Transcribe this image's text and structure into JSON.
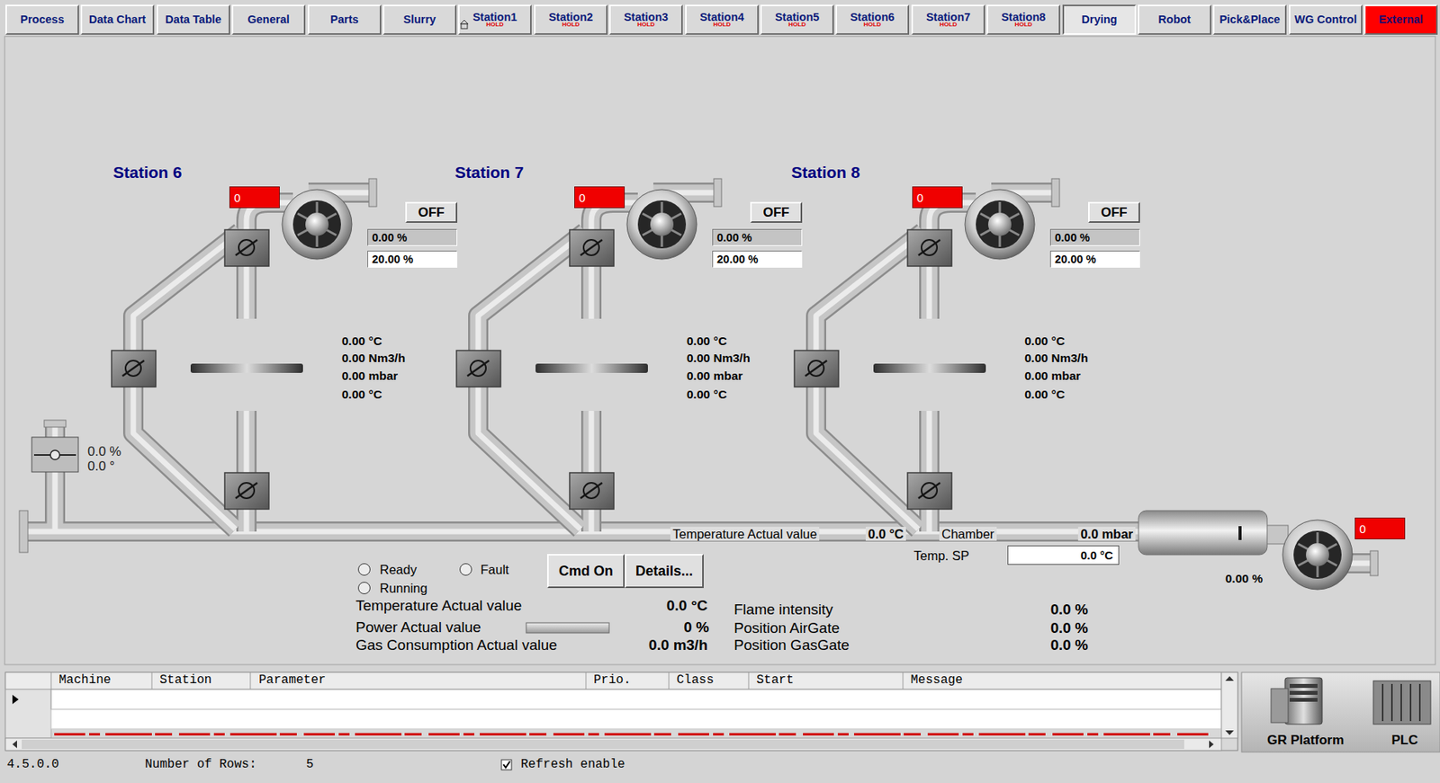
{
  "diagram": {
    "nodes": [
      {
        "text": [
          "Process"
        ]
      },
      {
        "text": [
          "Data Chart"
        ]
      },
      {
        "text": [
          "Data Table"
        ]
      },
      {
        "text": [
          "General"
        ]
      },
      {
        "text": [
          "Parts"
        ]
      },
      {
        "text": [
          "Slurry"
        ]
      },
      {
        "text": [
          "Station1",
          "HOLD"
        ]
      },
      {
        "text": [
          "Station2",
          "HOLD"
        ]
      },
      {
        "text": [
          "Station3",
          "HOLD"
        ]
      },
      {
        "text": [
          "Station4",
          "HOLD"
        ]
      },
      {
        "text": [
          "Station5",
          "HOLD"
        ]
      },
      {
        "text": [
          "Station6",
          "HOLD"
        ]
      },
      {
        "text": [
          "Station7",
          "HOLD"
        ]
      },
      {
        "text": [
          "Station8",
          "HOLD"
        ]
      },
      {
        "text": [
          "Drying"
        ]
      },
      {
        "text": [
          "Robot"
        ]
      },
      {
        "text": [
          "Pick&Place"
        ]
      },
      {
        "text": [
          "WG Control"
        ]
      },
      {
        "text": [
          "External"
        ]
      },
      {
        "text": [
          "0"
        ]
      },
      {
        "text": [
          "OFF"
        ]
      },
      {
        "text": [
          "0.00 %"
        ]
      },
      {
        "text": [
          "20.00 %"
        ]
      },
      {
        "text": [
          "0"
        ]
      },
      {
        "text": [
          "OFF"
        ]
      },
      {
        "text": [
          "0.00 %"
        ]
      },
      {
        "text": [
          "20.00 %"
        ]
      },
      {
        "text": [
          "0"
        ]
      },
      {
        "text": [
          "OFF"
        ]
      },
      {
        "text": [
          "0.00 %"
        ]
      },
      {
        "text": [
          "20.00 %"
        ]
      },
      {
        "text": [
          "0.0 °C"
        ]
      },
      {
        "text": [
          "0"
        ]
      },
      {
        "text": [
          "Cmd On"
        ]
      },
      {
        "text": [
          "Details..."
        ]
      },
      {
        "text": [
          "GR Platform"
        ]
      },
      {
        "text": [
          "PLC"
        ]
      }
    ],
    "labels": [
      "Station 6",
      "Station 7",
      "Station 8",
      "0.00 °C",
      "0.00 Nm3/h",
      "0.00 mbar",
      "0.00 °C",
      "0.00 °C",
      "0.00 Nm3/h",
      "0.00 mbar",
      "0.00 °C",
      "0.00 °C",
      "0.00 Nm3/h",
      "0.00 mbar",
      "0.00 °C",
      "0.0 %",
      "0.0 °",
      "Temperature Actual value",
      "0.0 °C",
      "Chamber",
      "0.0 mbar",
      "Temp. SP",
      "0.00 %",
      "Ready",
      "Fault",
      "Running",
      "Temperature Actual value",
      "0.0 °C",
      "Power Actual value",
      "0 %",
      "Gas Consumption Actual value",
      "0.0 m3/h",
      "Flame intensity",
      "0.0 %",
      "Position AirGate",
      "0.0 %",
      "Position GasGate",
      "0.0 %",
      "Machine",
      "Station",
      "Parameter",
      "Prio.",
      "Class",
      "Start",
      "Message",
      "4.5.0.0",
      "Number of Rows:",
      "5",
      "Refresh enable"
    ]
  }
}
